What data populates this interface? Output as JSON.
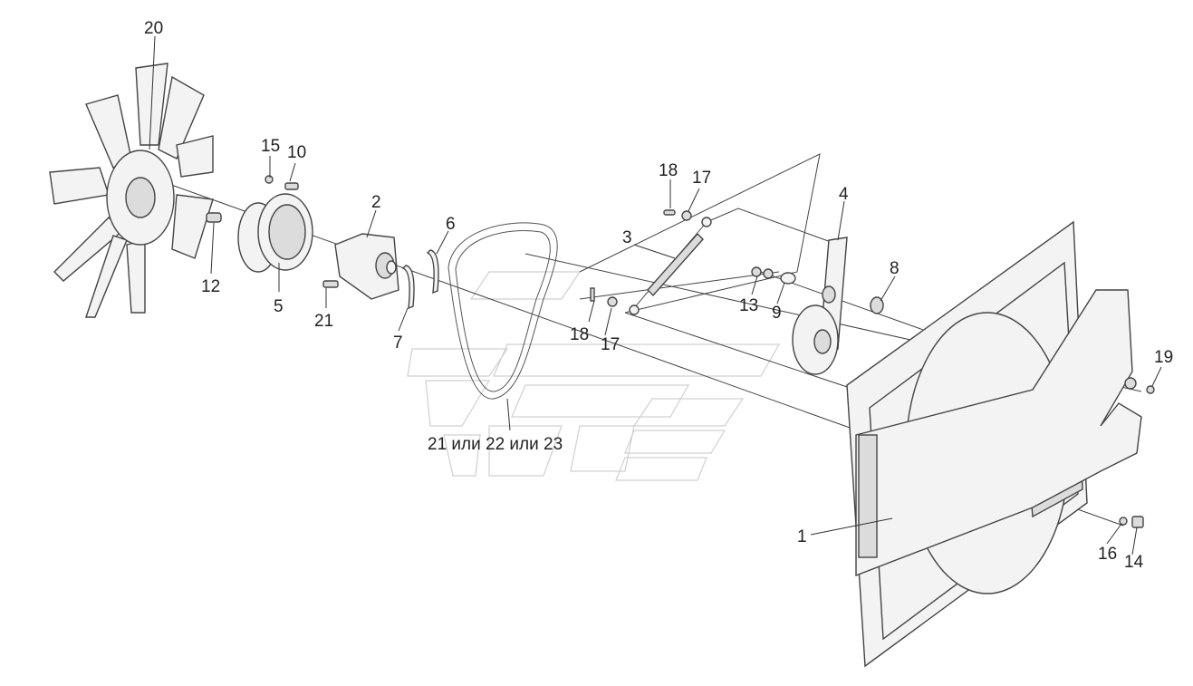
{
  "labels": {
    "l1": "1",
    "l2": "2",
    "l3": "3",
    "l4": "4",
    "l5": "5",
    "l6": "6",
    "l7": "7",
    "l8": "8",
    "l9": "9",
    "l10": "10",
    "l12": "12",
    "l13": "13",
    "l14": "14",
    "l15": "15",
    "l16": "16",
    "l17a": "17",
    "l17b": "17",
    "l18a": "18",
    "l18b": "18",
    "l19": "19",
    "l20": "20",
    "l21": "21",
    "belt": "21 или 22 или 23"
  }
}
